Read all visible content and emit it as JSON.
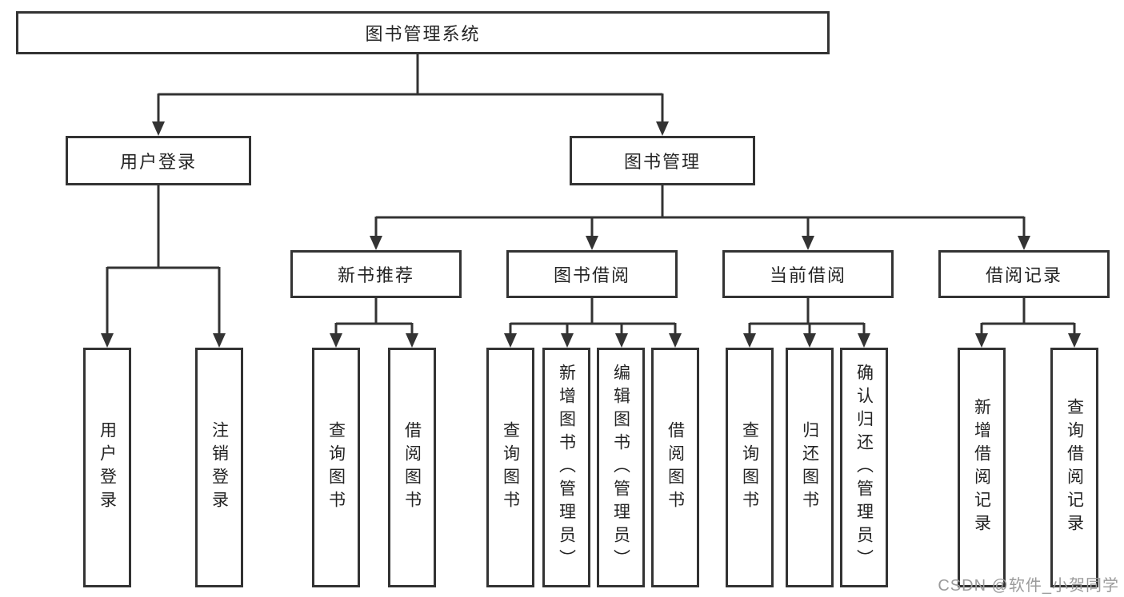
{
  "diagram": {
    "root": {
      "label": "图书管理系统"
    },
    "branches": [
      {
        "label": "用户登录",
        "leaves": [
          {
            "label": "用户登录"
          },
          {
            "label": "注销登录"
          }
        ]
      },
      {
        "label": "图书管理",
        "modules": [
          {
            "label": "新书推荐",
            "leaves": [
              {
                "label": "查询图书"
              },
              {
                "label": "借阅图书"
              }
            ]
          },
          {
            "label": "图书借阅",
            "leaves": [
              {
                "label": "查询图书"
              },
              {
                "label": "新增图书（管理员）"
              },
              {
                "label": "编辑图书（管理员）"
              },
              {
                "label": "借阅图书"
              }
            ]
          },
          {
            "label": "当前借阅",
            "leaves": [
              {
                "label": "查询图书"
              },
              {
                "label": "归还图书"
              },
              {
                "label": "确认归还（管理员）"
              }
            ]
          },
          {
            "label": "借阅记录",
            "leaves": [
              {
                "label": "新增借阅记录"
              },
              {
                "label": "查询借阅记录"
              }
            ]
          }
        ]
      }
    ],
    "colors": {
      "line": "#333333",
      "text": "#242424",
      "background": "#ffffff",
      "watermark": "#9b9b9b"
    }
  },
  "watermark": {
    "text": "CSDN @软件_小贺同学"
  }
}
